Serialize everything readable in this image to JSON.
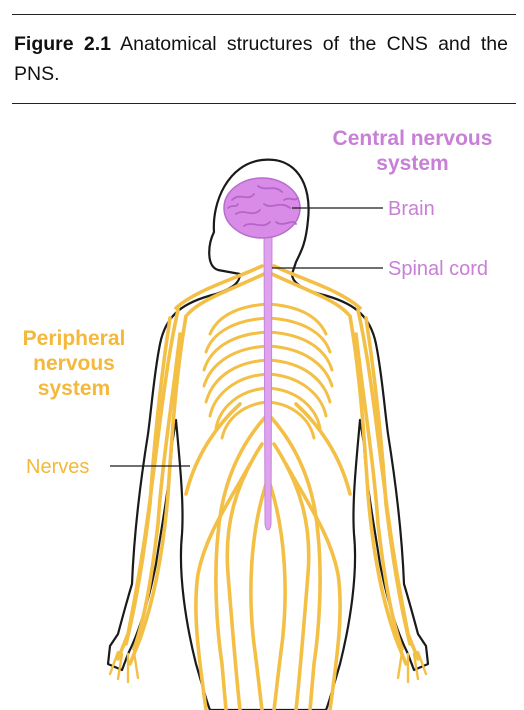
{
  "caption": {
    "label": "Figure 2.1",
    "text": " Anatomical structures of the CNS and the PNS."
  },
  "diagram": {
    "cns_heading": "Central nervous system",
    "pns_heading": "Peripheral nervous system",
    "labels": {
      "brain": "Brain",
      "spinal_cord": "Spinal cord",
      "nerves": "Nerves"
    }
  },
  "colors": {
    "cns": "#c87fd6",
    "pns": "#f4b83a",
    "nerve": "#f3bf45",
    "spinal_cord": "#dea2ee",
    "brain": "#d88ce8",
    "outline": "#1a1a1a"
  }
}
